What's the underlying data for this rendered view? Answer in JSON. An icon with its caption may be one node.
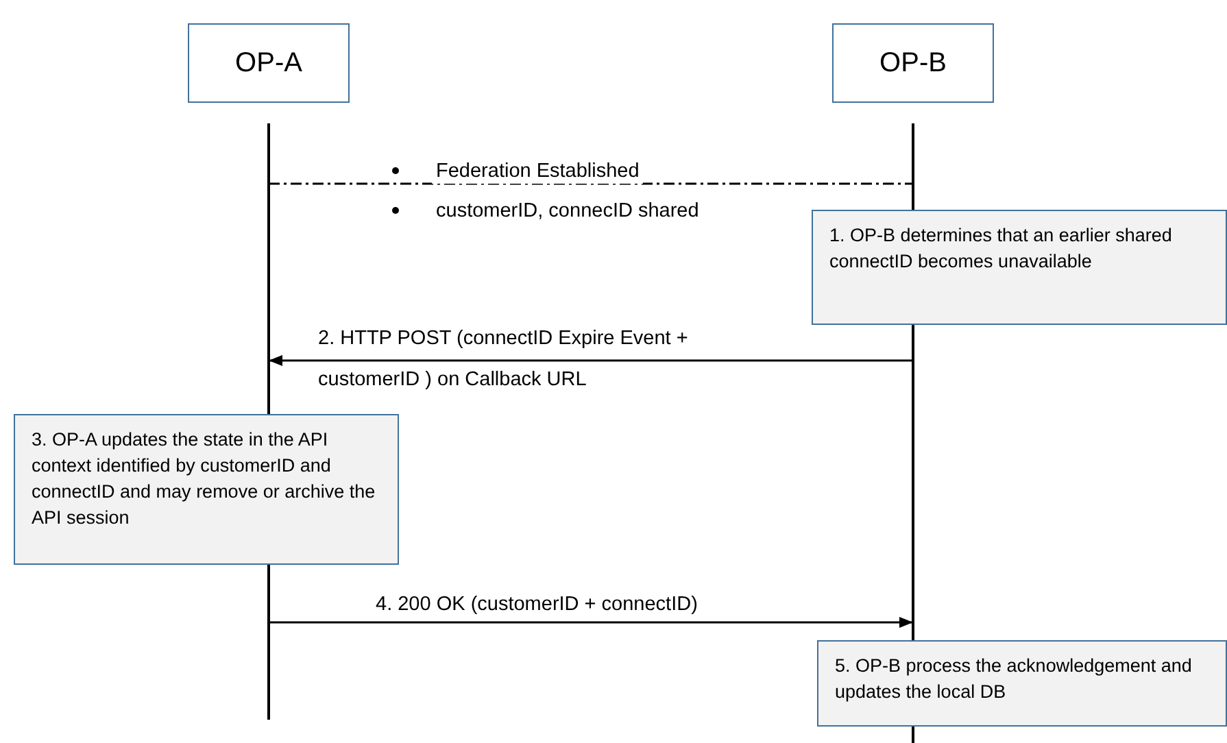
{
  "diagram": {
    "nodes": [
      {
        "text": [
          "OP-A"
        ]
      },
      {
        "text": [
          "OP-B"
        ]
      },
      {
        "text": [
          "1. OP-B determines that an earlier shared connectID becomes unavailable"
        ]
      },
      {
        "text": [
          "3. OP-A updates the state in the API context identified by customerID and connectID  and may remove or archive the API session"
        ]
      },
      {
        "text": [
          "5. OP-B process the acknowledgement and updates the local DB"
        ]
      }
    ],
    "edges": [
      {
        "from": 0,
        "to": 1,
        "arrow": "none",
        "style": "dashed"
      },
      {
        "from": 1,
        "to": 0,
        "arrow": "to",
        "label": "2. HTTP POST (connectID Expire Event + customerID ) on Callback URL"
      },
      {
        "from": 0,
        "to": 1,
        "arrow": "to",
        "label": "4. 200 OK (customerID + connectID)"
      }
    ],
    "labels": [
      "Federation Established",
      "customerID, connecID shared"
    ]
  }
}
